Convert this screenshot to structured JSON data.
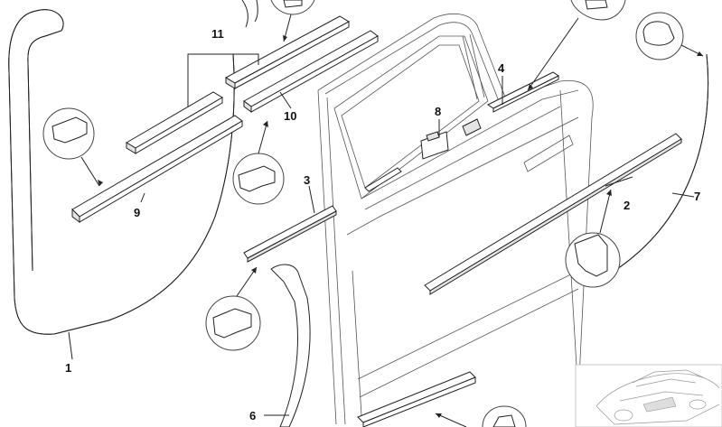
{
  "diagram": {
    "callouts": {
      "p1": "1",
      "p2": "2",
      "p3": "3",
      "p4": "4",
      "p6": "6",
      "p7": "7",
      "p8": "8",
      "p9": "9",
      "p10": "10",
      "p11": "11"
    }
  }
}
